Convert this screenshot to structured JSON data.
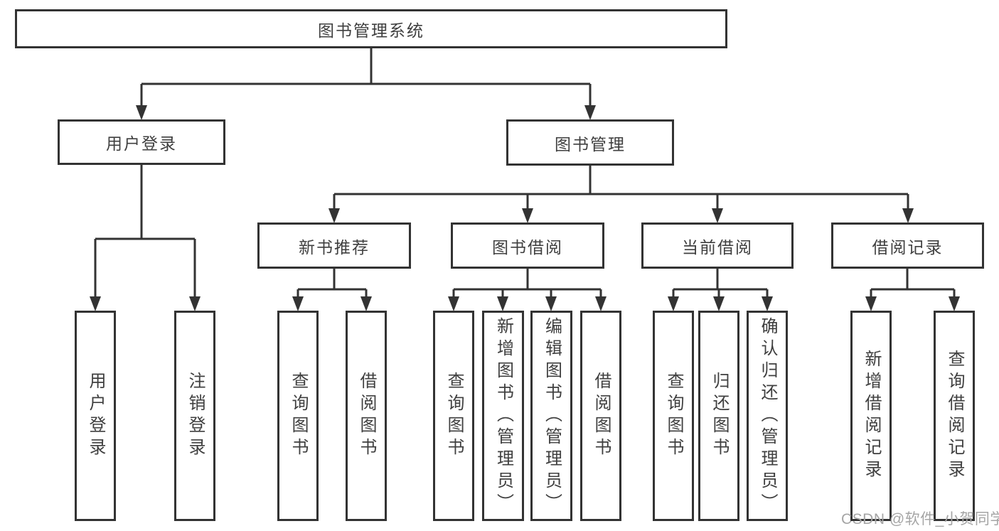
{
  "tree": {
    "root": {
      "label": "图书管理系统"
    },
    "branches": [
      {
        "label": "用户登录",
        "children": [
          {
            "label": "用户登录"
          },
          {
            "label": "注销登录"
          }
        ]
      },
      {
        "label": "图书管理",
        "children": [
          {
            "label": "新书推荐",
            "children": [
              {
                "label": "查询图书"
              },
              {
                "label": "借阅图书"
              }
            ]
          },
          {
            "label": "图书借阅",
            "children": [
              {
                "label": "查询图书"
              },
              {
                "label": "新增图书（管理员）"
              },
              {
                "label": "编辑图书（管理员）"
              },
              {
                "label": "借阅图书"
              }
            ]
          },
          {
            "label": "当前借阅",
            "children": [
              {
                "label": "查询图书"
              },
              {
                "label": "归还图书"
              },
              {
                "label": "确认归还（管理员）"
              }
            ]
          },
          {
            "label": "借阅记录",
            "children": [
              {
                "label": "新增借阅记录"
              },
              {
                "label": "查询借阅记录"
              }
            ]
          }
        ]
      }
    ]
  },
  "watermark": {
    "text": "CSDN @软件_小贺同学"
  },
  "colors": {
    "line": "#333333",
    "box_border": "#333333",
    "text": "#3f3f3f",
    "watermark": "#a5a5a5",
    "background": "#ffffff"
  }
}
